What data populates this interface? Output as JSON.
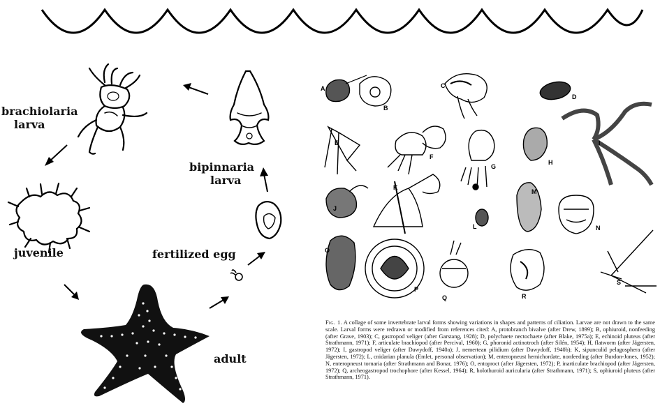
{
  "lifecycle": {
    "stages": [
      {
        "id": "brachiolaria",
        "line1": "brachiolaria",
        "line2": "larva"
      },
      {
        "id": "bipinnaria",
        "line1": "bipinnaria",
        "line2": "larva"
      },
      {
        "id": "juvenile",
        "line1": "juvenile",
        "line2": ""
      },
      {
        "id": "fertilized-egg",
        "line1": "fertilized egg",
        "line2": ""
      },
      {
        "id": "adult",
        "line1": "adult",
        "line2": ""
      }
    ]
  },
  "collage": {
    "letters": [
      "A",
      "B",
      "C",
      "D",
      "E",
      "F",
      "G",
      "H",
      "I",
      "J",
      "K",
      "L",
      "M",
      "N",
      "O",
      "P",
      "Q",
      "R",
      "S"
    ]
  },
  "caption": {
    "label": "Fig. 1.",
    "text": "A collage of some invertebrate larval forms showing variations in shapes and patterns of ciliation. Larvae are not drawn to the same scale. Larval forms were redrawn or modified from references cited: A, protobranch bivalve (after Drew, 1899); B, ophiuroid, nonfeeding (after Grave, 1903); C, gastropod veliger (after Garstang, 1928); D, polychaete nectochaete (after Blake, 1975a); E, echinoid pluteus (after Strathmann, 1971); F, articulate brachiopod (after Percival, 1960); G, phoronid actinotroch (after Silén, 1954); H, flatworm (after Jägersten, 1972); I, gastropod veliger (after Dawydoff, 1940a); J, nemertean pilidium (after Dawydoff, 1940b); K, sipunculid pelagosphera (after Jägersten, 1972); L, cnidarian planula (Emlet, personal observation); M, enteropneust hemichordate, nonfeeding (after Burdon-Jones, 1952); N, enteropneust tornaria (after Strathmann and Bonar, 1976); O, entoproct (after Jägersten, 1972); P, inarticulate brachiopod (after Jägersten, 1972); Q, archeogastropod trochophore (after Kessel, 1964); R, holothuroid auricularia (after Strathmann, 1971); S, ophiuroid pluteus (after Strathmann, 1971)."
  }
}
